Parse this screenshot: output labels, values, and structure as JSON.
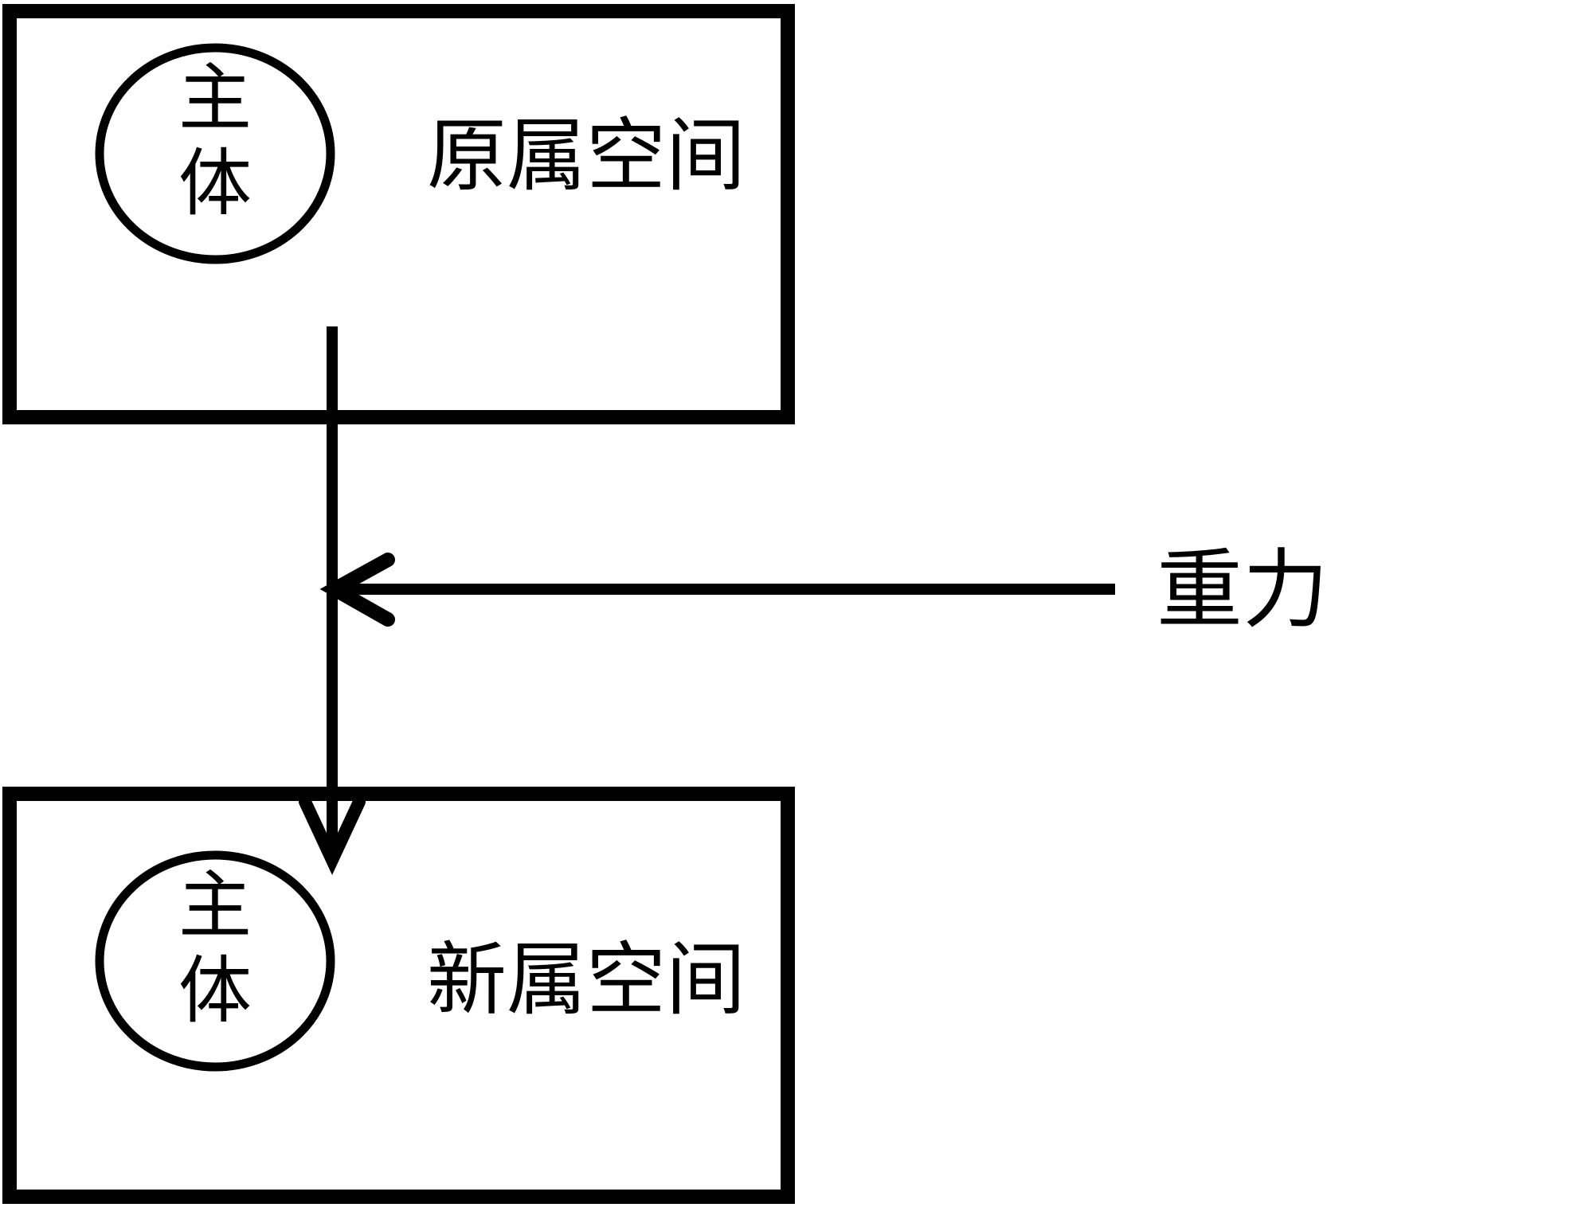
{
  "diagram": {
    "background_color": "#ffffff",
    "stroke_color": "#000000",
    "spaces": [
      {
        "id": "origin-space",
        "label": "原属空间",
        "actor_label_top": "主",
        "actor_label_bottom": "体"
      },
      {
        "id": "new-space",
        "label": "新属空间",
        "actor_label_top": "主",
        "actor_label_bottom": "体"
      }
    ],
    "force": {
      "label": "重力",
      "direction": "left"
    },
    "transition": {
      "direction": "down"
    }
  }
}
